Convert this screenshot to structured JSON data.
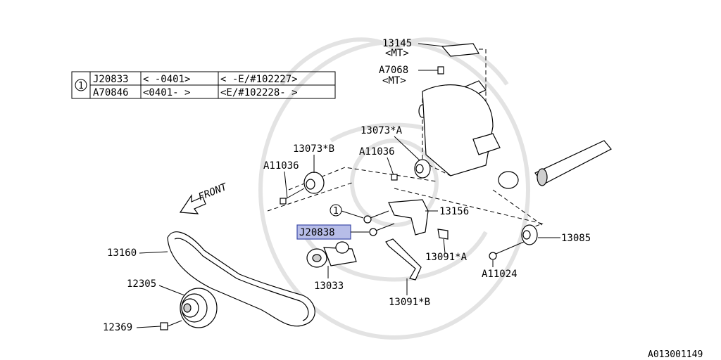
{
  "variant_table": {
    "marker": "1",
    "rows": [
      {
        "part": "J20833",
        "date": "<    -0401>",
        "engine": "<   -E/#102227>"
      },
      {
        "part": "A70846",
        "date": "<0401-    >",
        "engine": "<E/#102228-   >"
      }
    ]
  },
  "front_indicator": "FRONT",
  "callouts": {
    "c13145": "13145",
    "c13145_note": "<MT>",
    "a7068": "A7068",
    "a7068_note": "<MT>",
    "c13073a": "13073*A",
    "a11036_right": "A11036",
    "c13073b": "13073*B",
    "a11036_left": "A11036",
    "c13156": "13156",
    "marker_1": "1",
    "j20838": "J20838",
    "c13160": "13160",
    "c13091a": "13091*A",
    "c13085": "13085",
    "a11024": "A11024",
    "c13033": "13033",
    "c12305": "12305",
    "c13091b": "13091*B",
    "c12369": "12369"
  },
  "figure_id": "A013001149",
  "colors": {
    "highlight": "#b7bde8",
    "highlight_border": "#3c4aa8",
    "watermark": "#e3e3e3"
  }
}
